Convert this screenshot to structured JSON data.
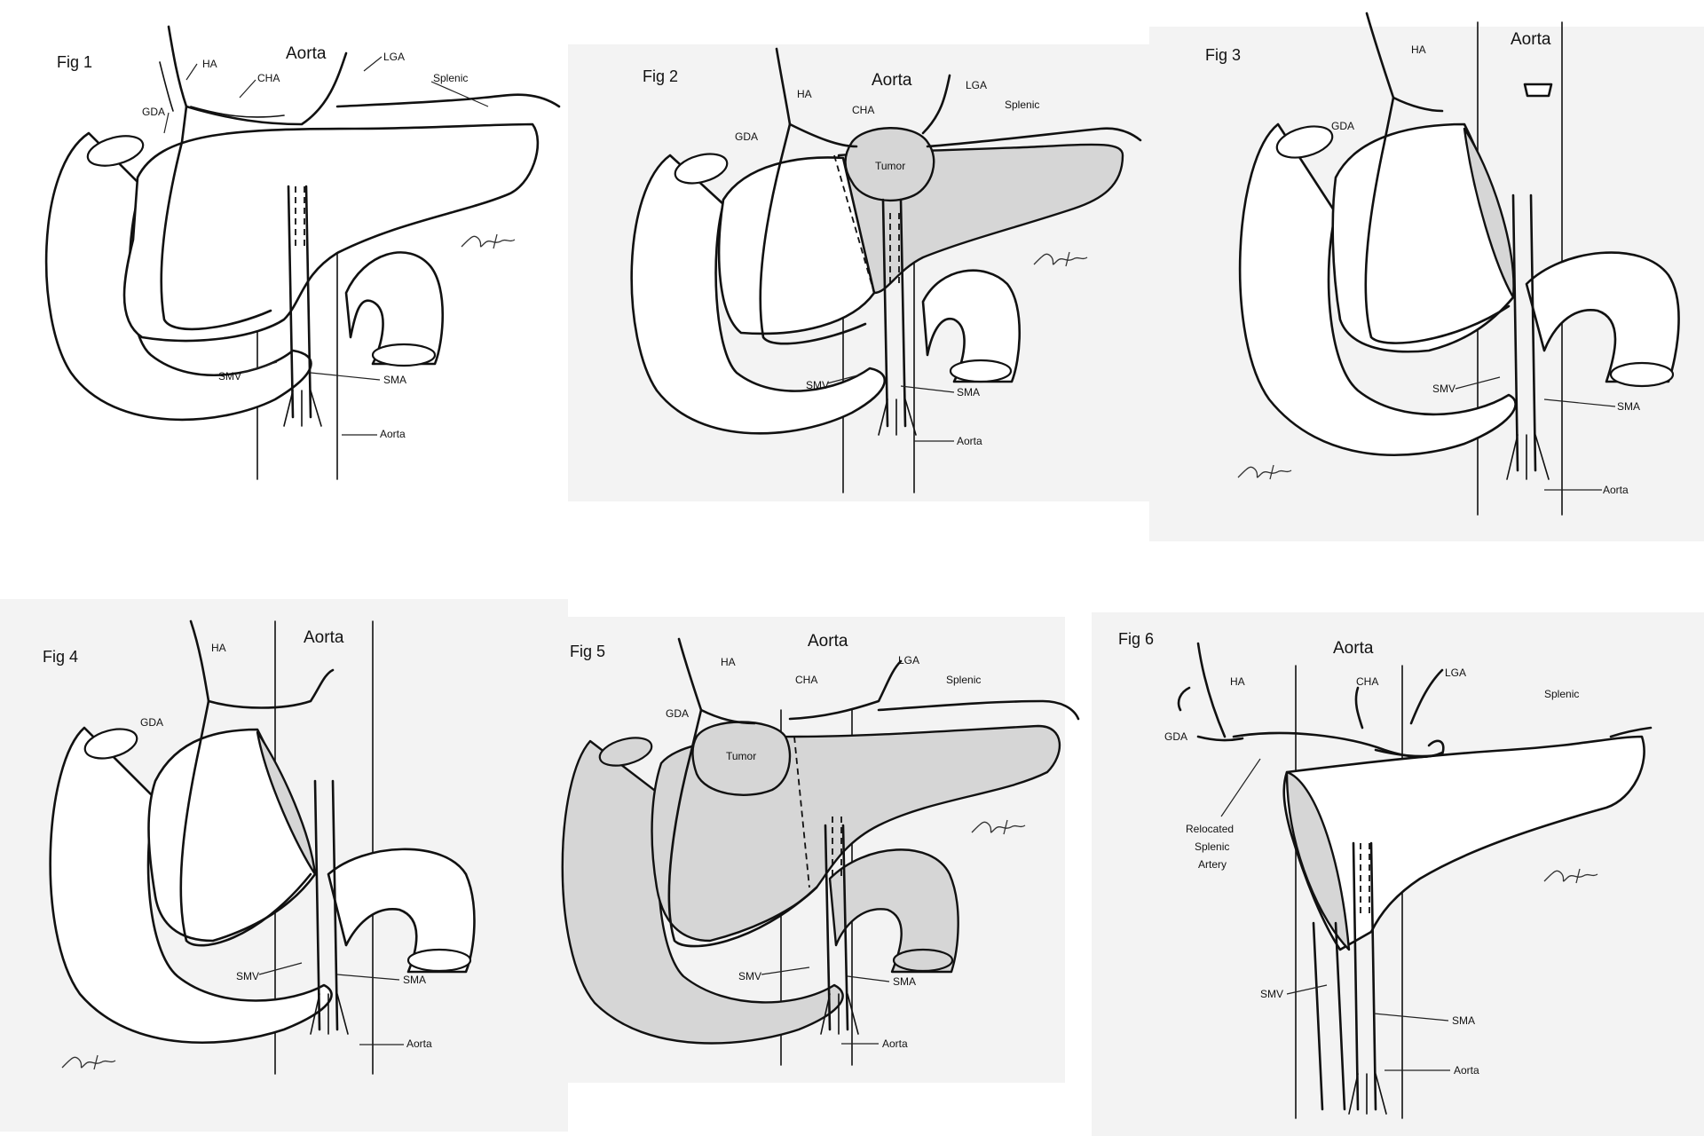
{
  "figures": [
    {
      "id": "fig1",
      "label": "Fig 1",
      "shaded": false,
      "labels": {
        "aorta_top": "Aorta",
        "ha": "HA",
        "cha": "CHA",
        "lga": "LGA",
        "splenic": "Splenic",
        "gda": "GDA",
        "smv": "SMV",
        "sma": "SMA",
        "aorta_bottom": "Aorta"
      }
    },
    {
      "id": "fig2",
      "label": "Fig 2",
      "shaded": true,
      "labels": {
        "aorta_top": "Aorta",
        "ha": "HA",
        "cha": "CHA",
        "lga": "LGA",
        "splenic": "Splenic",
        "gda": "GDA",
        "tumor": "Tumor",
        "smv": "SMV",
        "sma": "SMA",
        "aorta_bottom": "Aorta"
      }
    },
    {
      "id": "fig3",
      "label": "Fig 3",
      "shaded": false,
      "labels": {
        "aorta_top": "Aorta",
        "ha": "HA",
        "gda": "GDA",
        "smv": "SMV",
        "sma": "SMA",
        "aorta_bottom": "Aorta"
      }
    },
    {
      "id": "fig4",
      "label": "Fig 4",
      "shaded": false,
      "labels": {
        "aorta_top": "Aorta",
        "ha": "HA",
        "gda": "GDA",
        "smv": "SMV",
        "sma": "SMA",
        "aorta_bottom": "Aorta"
      }
    },
    {
      "id": "fig5",
      "label": "Fig 5",
      "shaded": true,
      "labels": {
        "aorta_top": "Aorta",
        "ha": "HA",
        "cha": "CHA",
        "lga": "LGA",
        "splenic": "Splenic",
        "gda": "GDA",
        "tumor": "Tumor",
        "smv": "SMV",
        "sma": "SMA",
        "aorta_bottom": "Aorta"
      }
    },
    {
      "id": "fig6",
      "label": "Fig 6",
      "shaded": false,
      "labels": {
        "aorta_top": "Aorta",
        "ha": "HA",
        "cha": "CHA",
        "lga": "LGA",
        "splenic": "Splenic",
        "gda": "GDA",
        "relocated_1": "Relocated",
        "relocated_2": "Splenic",
        "relocated_3": "Artery",
        "smv": "SMV",
        "sma": "SMA",
        "aorta_bottom": "Aorta"
      }
    }
  ],
  "colors": {
    "ink": "#111111",
    "shade": "#d6d6d6",
    "panel": "#f3f3f3"
  }
}
